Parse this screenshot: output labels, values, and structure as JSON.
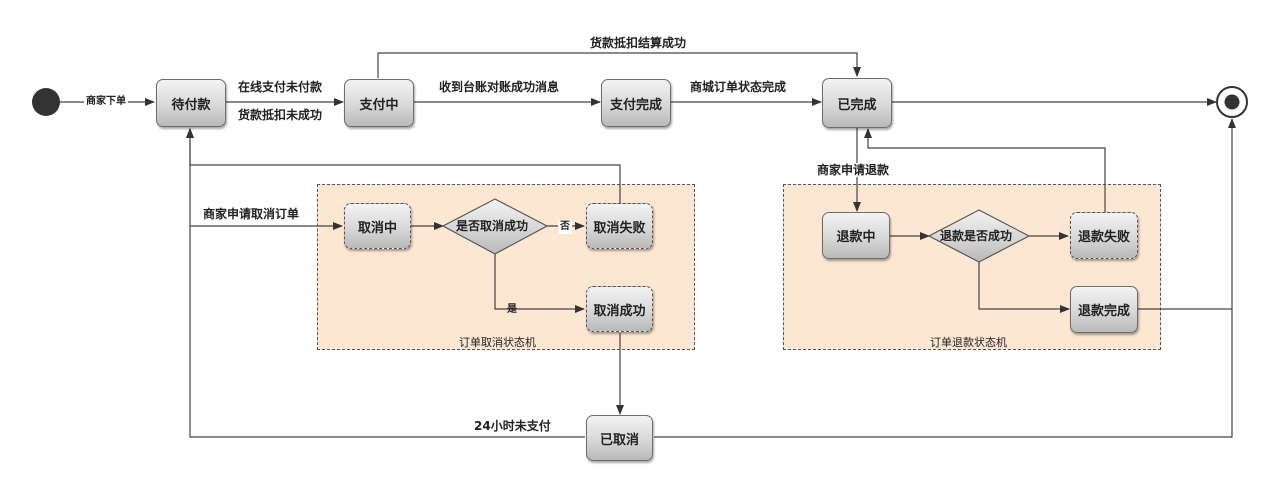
{
  "states": {
    "pending_payment": "待付款",
    "paying": "支付中",
    "paid": "支付完成",
    "completed": "已完成",
    "cancelling": "取消中",
    "cancel_failed": "取消失败",
    "cancel_success": "取消成功",
    "cancelled": "已取消",
    "refunding": "退款中",
    "refund_failed": "退款失败",
    "refund_done": "退款完成"
  },
  "decisions": {
    "cancel_ok": "是否取消成功",
    "refund_ok": "退款是否成功"
  },
  "groups": {
    "cancel_machine": "订单取消状态机",
    "refund_machine": "订单退款状态机"
  },
  "labels": {
    "merchant_order": "商家下单",
    "online_unpaid": "在线支付未付款",
    "deduct_failed": "货款抵扣未成功",
    "deduct_settle_success": "货款抵扣结算成功",
    "ledger_msg": "收到台账对账成功消息",
    "mall_complete": "商城订单状态完成",
    "apply_cancel": "商家申请取消订单",
    "no": "否",
    "yes": "是",
    "unpaid_24h": "24小时未支付",
    "apply_refund": "商家申请退款"
  }
}
